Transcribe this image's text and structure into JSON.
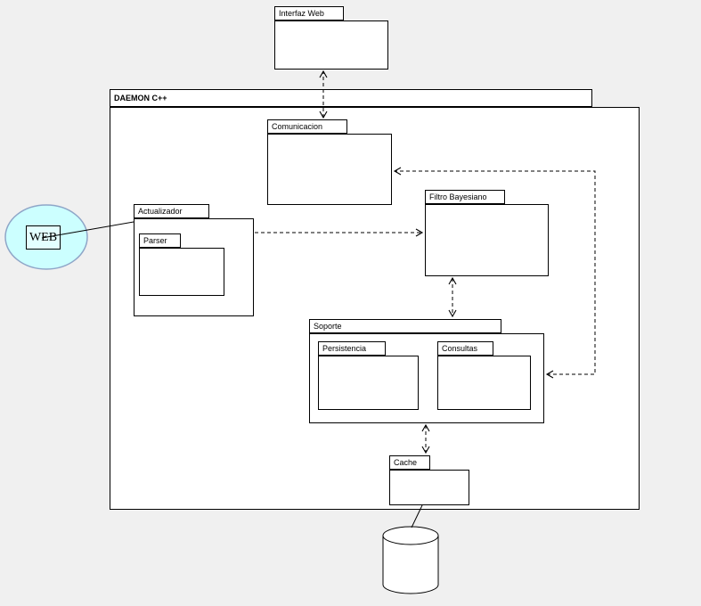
{
  "diagram": {
    "type": "uml-package-diagram",
    "packages": {
      "interfaz_web": {
        "label": "Interfaz Web"
      },
      "daemon": {
        "label": "DAEMON C++"
      },
      "comunicacion": {
        "label": "Comunicacion"
      },
      "actualizador": {
        "label": "Actualizador"
      },
      "parser": {
        "label": "Parser"
      },
      "filtro_bayesiano": {
        "label": "Filtro Bayesiano"
      },
      "soporte": {
        "label": "Soporte"
      },
      "persistencia": {
        "label": "Persistencia"
      },
      "consultas": {
        "label": "Consultas"
      },
      "cache": {
        "label": "Cache"
      }
    },
    "external": {
      "web_cloud": {
        "label": "WEB"
      },
      "database": {
        "label": ""
      }
    },
    "containment": {
      "daemon": [
        "comunicacion",
        "actualizador",
        "filtro_bayesiano",
        "soporte",
        "cache"
      ],
      "actualizador": [
        "parser"
      ],
      "soporte": [
        "persistencia",
        "consultas"
      ]
    },
    "connections": [
      {
        "from": "interfaz_web",
        "to": "comunicacion",
        "style": "dashed",
        "arrows": "both"
      },
      {
        "from": "web_cloud",
        "to": "actualizador",
        "style": "solid",
        "arrows": "none"
      },
      {
        "from": "actualizador",
        "to": "filtro_bayesiano",
        "style": "dashed",
        "arrows": "end"
      },
      {
        "from": "filtro_bayesiano",
        "to": "soporte",
        "style": "dashed",
        "arrows": "both"
      },
      {
        "from": "soporte",
        "to": "comunicacion",
        "style": "dashed",
        "arrows": "both",
        "route": "right-side-elbow"
      },
      {
        "from": "soporte",
        "to": "cache",
        "style": "dashed",
        "arrows": "both"
      },
      {
        "from": "cache",
        "to": "database",
        "style": "solid",
        "arrows": "none"
      }
    ],
    "colors": {
      "background": "#f0f0f0",
      "package_fill": "#ffffff",
      "border": "#000000",
      "cloud_fill": "#ccffff",
      "cloud_border": "#8fa6c8"
    }
  }
}
